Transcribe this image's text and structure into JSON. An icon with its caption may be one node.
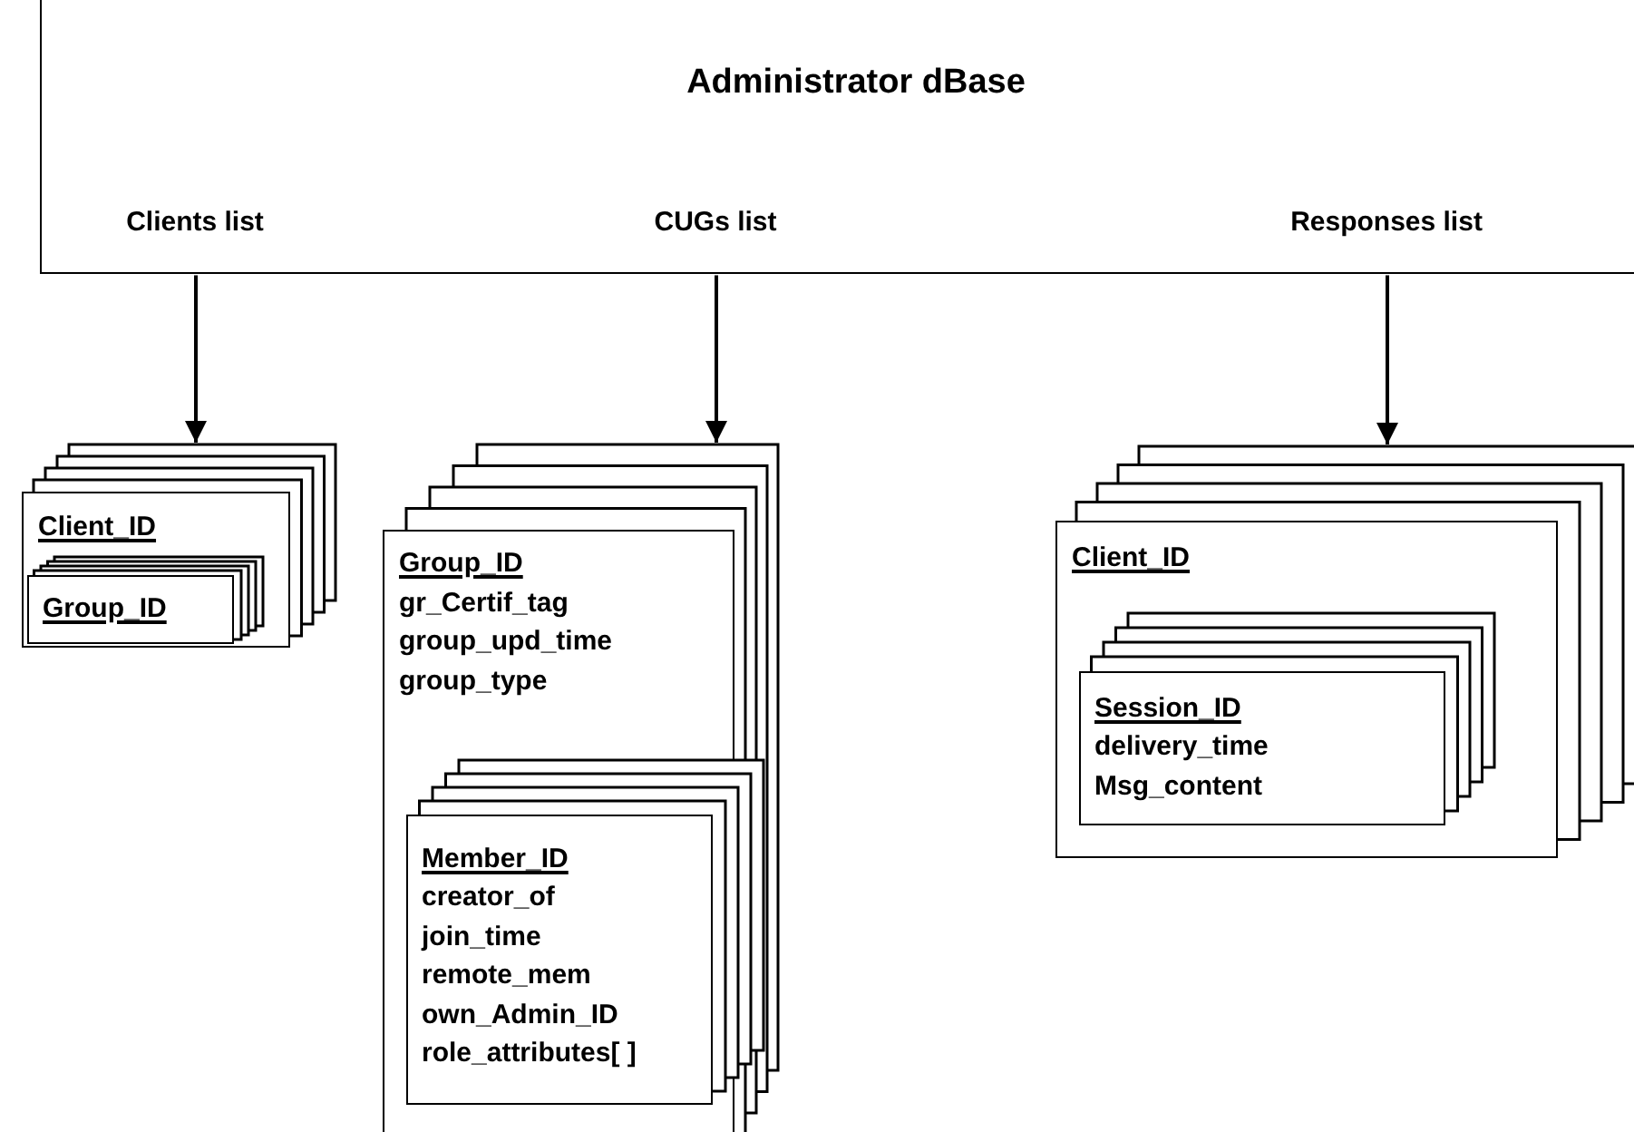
{
  "diagram": {
    "nodes": [
      {
        "text": [
          "Administrator dBase"
        ]
      },
      {
        "text": [
          "Clients list"
        ],
        "in": 0
      },
      {
        "text": [
          "CUGs list"
        ],
        "in": 0
      },
      {
        "text": [
          "Responses list"
        ],
        "in": 0
      },
      {
        "text": [
          "Client_ID"
        ]
      },
      {
        "text": [
          "Group_ID"
        ],
        "in": 4
      },
      {
        "text": [
          "Group_ID",
          "gr_Certif_tag",
          "group_upd_time",
          "group_type"
        ]
      },
      {
        "text": [
          "Member_ID",
          "creator_of",
          "join_time",
          "remote_mem",
          "own_Admin_ID",
          "role_attributes[ ]"
        ],
        "in": 6
      },
      {
        "text": [
          "Client_ID"
        ]
      },
      {
        "text": [
          "Session_ID",
          "delivery_time",
          "Msg_content"
        ],
        "in": 8
      }
    ],
    "edges": [
      {
        "from": 1,
        "to": 4,
        "arrow": "to"
      },
      {
        "from": 2,
        "to": 6,
        "arrow": "to"
      },
      {
        "from": 3,
        "to": 8,
        "arrow": "to"
      }
    ]
  }
}
